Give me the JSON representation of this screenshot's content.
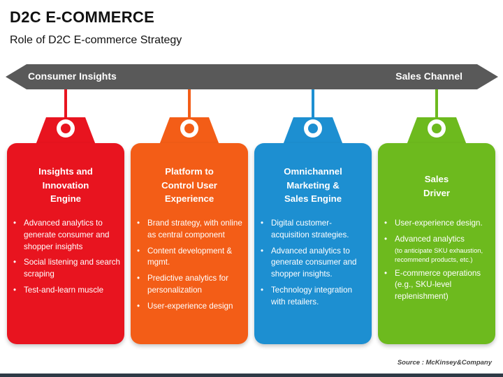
{
  "title": "D2C E-COMMERCE",
  "subtitle": "Role of D2C E-commerce Strategy",
  "arrow": {
    "left_label": "Consumer Insights",
    "right_label": "Sales Channel",
    "color": "#595959"
  },
  "cards": [
    {
      "title_lines": [
        "Insights and",
        "Innovation",
        "Engine"
      ],
      "color": "#e8141f",
      "items": [
        "Advanced analytics to generate consumer and shopper insights",
        "Social listening and search scraping",
        "Test-and-learn muscle"
      ]
    },
    {
      "title_lines": [
        "Platform to",
        "Control User",
        "Experience"
      ],
      "color": "#f35d17",
      "items": [
        "Brand strategy, with online as central component",
        "Content development & mgmt.",
        "Predictive analytics for personalization",
        "User-experience design"
      ]
    },
    {
      "title_lines": [
        "Omnichannel",
        "Marketing &",
        "Sales Engine"
      ],
      "color": "#1d8fd1",
      "items": [
        "Digital customer-acquisition strategies.",
        "Advanced analytics to generate consumer and shopper insights.",
        "Technology integration with retailers."
      ]
    },
    {
      "title_lines": [
        "Sales",
        "Driver"
      ],
      "color": "#6dba1e",
      "items": [
        "User-experience design.",
        "Advanced analytics",
        "E-commerce operations (e.g., SKU-level replenishment)"
      ],
      "item_notes": {
        "1": "(to anticipate SKU exhaustion, recommend products, etc.)"
      }
    }
  ],
  "source": "Source : McKinsey&Company"
}
